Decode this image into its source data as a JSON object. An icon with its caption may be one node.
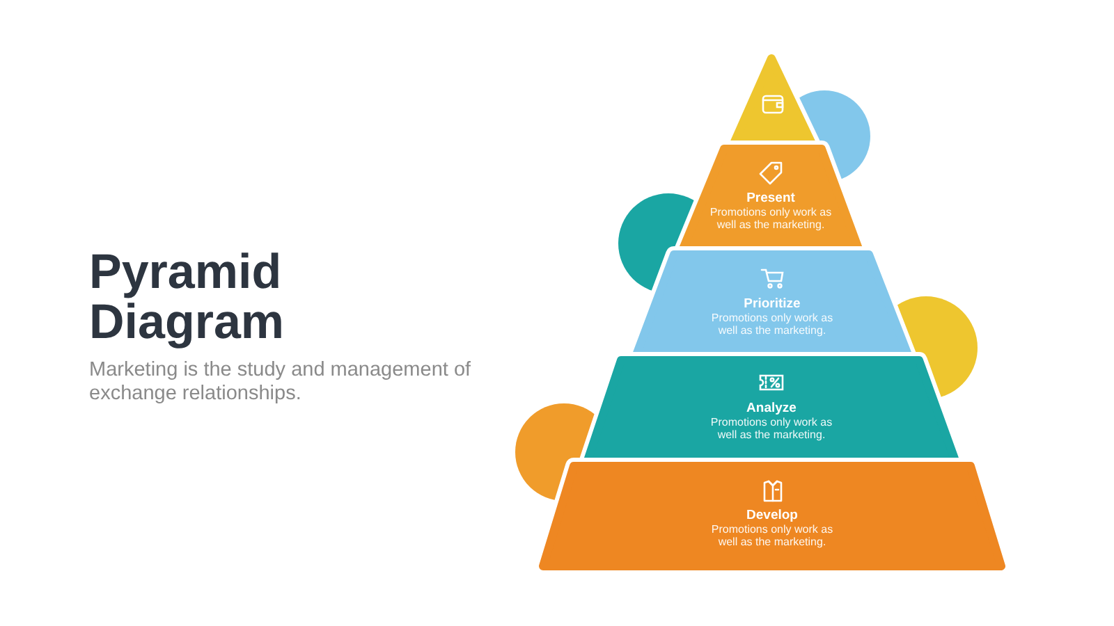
{
  "diagram": {
    "title": "Pyramid Diagram",
    "nodes": [
      {
        "text": [],
        "shape": "triangle"
      },
      {
        "text": [
          "Present",
          "Promotions only work as well as the marketing."
        ]
      },
      {
        "text": [
          "Prioritize",
          "Promotions only work as well as the marketing."
        ]
      },
      {
        "text": [
          "Analyze",
          "Promotions only work as well as the marketing."
        ]
      },
      {
        "text": [
          "Develop",
          "Promotions only work as well as the marketing."
        ]
      }
    ],
    "labels": [
      "Marketing is the study and management of exchange relationships."
    ]
  }
}
